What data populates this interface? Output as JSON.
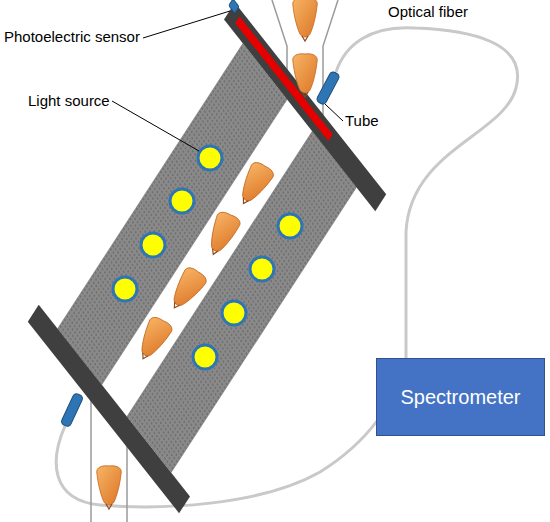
{
  "diagram": {
    "nodes": [
      {
        "text": [
          "Spectrometer"
        ]
      }
    ],
    "labels": [
      "Photoelectric sensor",
      "Light source",
      "Optical fiber",
      "Tube"
    ]
  }
}
